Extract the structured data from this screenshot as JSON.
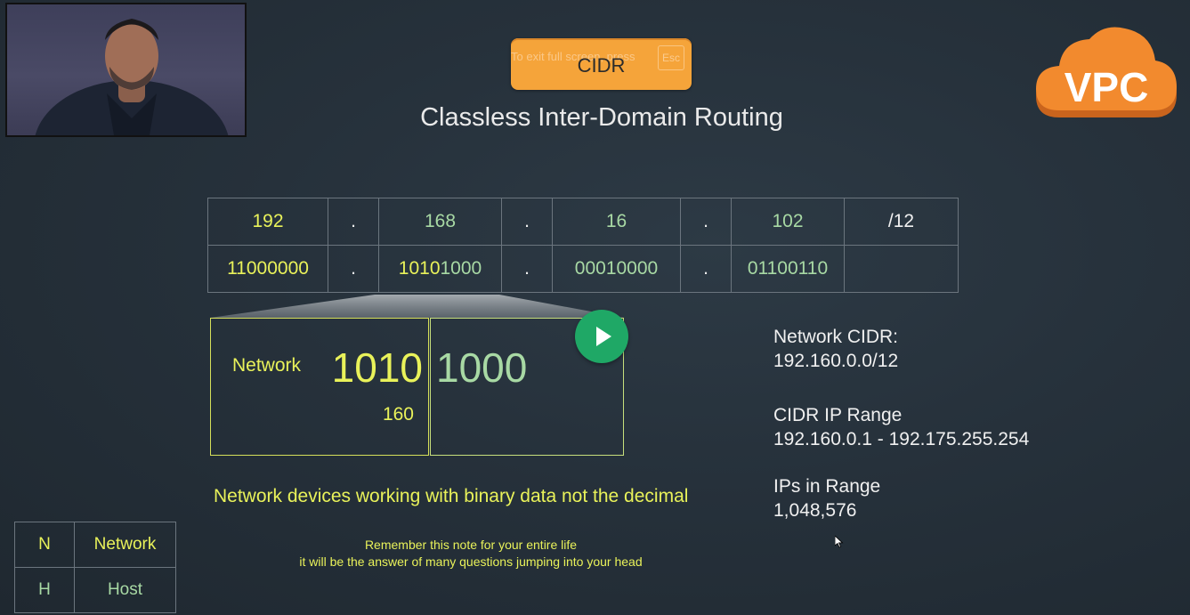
{
  "overlay": {
    "hint_text": "To exit full screen, press",
    "esc_key": "Esc"
  },
  "header": {
    "title": "CIDR",
    "subtitle": "Classless Inter-Domain Routing",
    "logo_text": "VPC"
  },
  "ip_table": {
    "decimal_row": [
      "192",
      ".",
      "168",
      ".",
      "16",
      ".",
      "102",
      "/12"
    ],
    "binary_row": [
      "11000000",
      ".",
      "1010",
      "1000",
      ".",
      "00010000",
      ".",
      "01100110",
      ""
    ]
  },
  "breakdown": {
    "network_label": "Network",
    "network_bits": "1010",
    "network_decimal": "160",
    "host_bits": "1000"
  },
  "info": {
    "network_cidr_label": "Network CIDR:",
    "network_cidr_value": "192.160.0.0/12",
    "ip_range_label": "CIDR IP Range",
    "ip_range_value": "192.160.0.1 - 192.175.255.254",
    "ips_label": "IPs in Range",
    "ips_value": "1,048,576"
  },
  "notes": {
    "binary_note": "Network devices working with binary data not the decimal",
    "remember_line1": "Remember this note for your entire life",
    "remember_line2": "it will be the answer of many questions jumping into your head"
  },
  "legend": {
    "rows": [
      {
        "key": "N",
        "value": "Network"
      },
      {
        "key": "H",
        "value": "Host"
      }
    ]
  },
  "colors": {
    "network": "#e9f25a",
    "host": "#a8d9a4",
    "accent_orange": "#f5a43a",
    "play_green": "#1fa866"
  },
  "icons": {
    "play": "play-icon",
    "logo": "cloud-icon",
    "cursor": "mouse-pointer-icon"
  }
}
